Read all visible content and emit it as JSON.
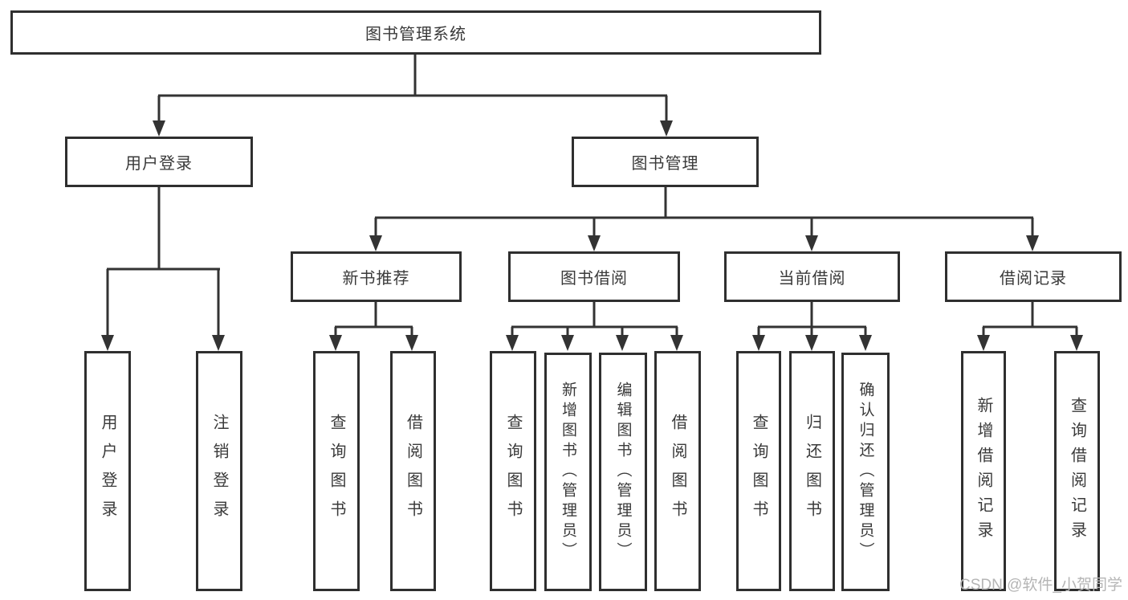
{
  "diagram": {
    "root": {
      "label": "图书管理系统"
    },
    "level2": {
      "user_login": "用户登录",
      "book_mgmt": "图书管理"
    },
    "level3": {
      "new_book_rec": "新书推荐",
      "book_borrow": "图书借阅",
      "current_borrow": "当前借阅",
      "borrow_record": "借阅记录"
    },
    "leaves": {
      "user_login_leaf": "用户登录",
      "logout": "注销登录",
      "nb_query": "查询图书",
      "nb_borrow": "借阅图书",
      "bb_query": "查询图书",
      "bb_add": "新增图书（管理员）",
      "bb_edit": "编辑图书（管理员）",
      "bb_borrow": "借阅图书",
      "cb_query": "查询图书",
      "cb_return": "归还图书",
      "cb_confirm": "确认归还（管理员）",
      "br_add": "新增借阅记录",
      "br_query": "查询借阅记录"
    },
    "watermark": "CSDN @软件_小贺同学",
    "colors": {
      "line": "#333333",
      "border": "#2f2f2f",
      "text": "#3a3a3a",
      "watermark": "#b5b5b5",
      "background": "#ffffff"
    }
  }
}
